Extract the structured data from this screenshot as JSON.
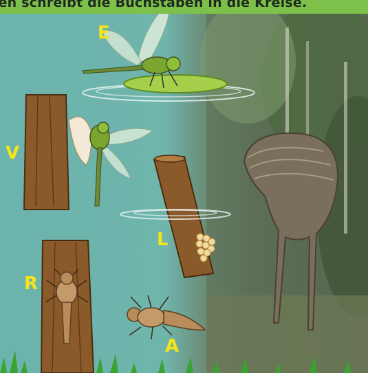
{
  "instruction": "ren schreibt die Buchstaben in die Kreise.",
  "letters": {
    "e": "E",
    "v": "V",
    "l": "L",
    "r": "R",
    "a": "A"
  },
  "colors": {
    "header": "#7dc04a",
    "letter": "#f5e419",
    "water": "#6fb5ab",
    "trunk": "#8a5a2b",
    "dragonfly": "#7aa630"
  }
}
